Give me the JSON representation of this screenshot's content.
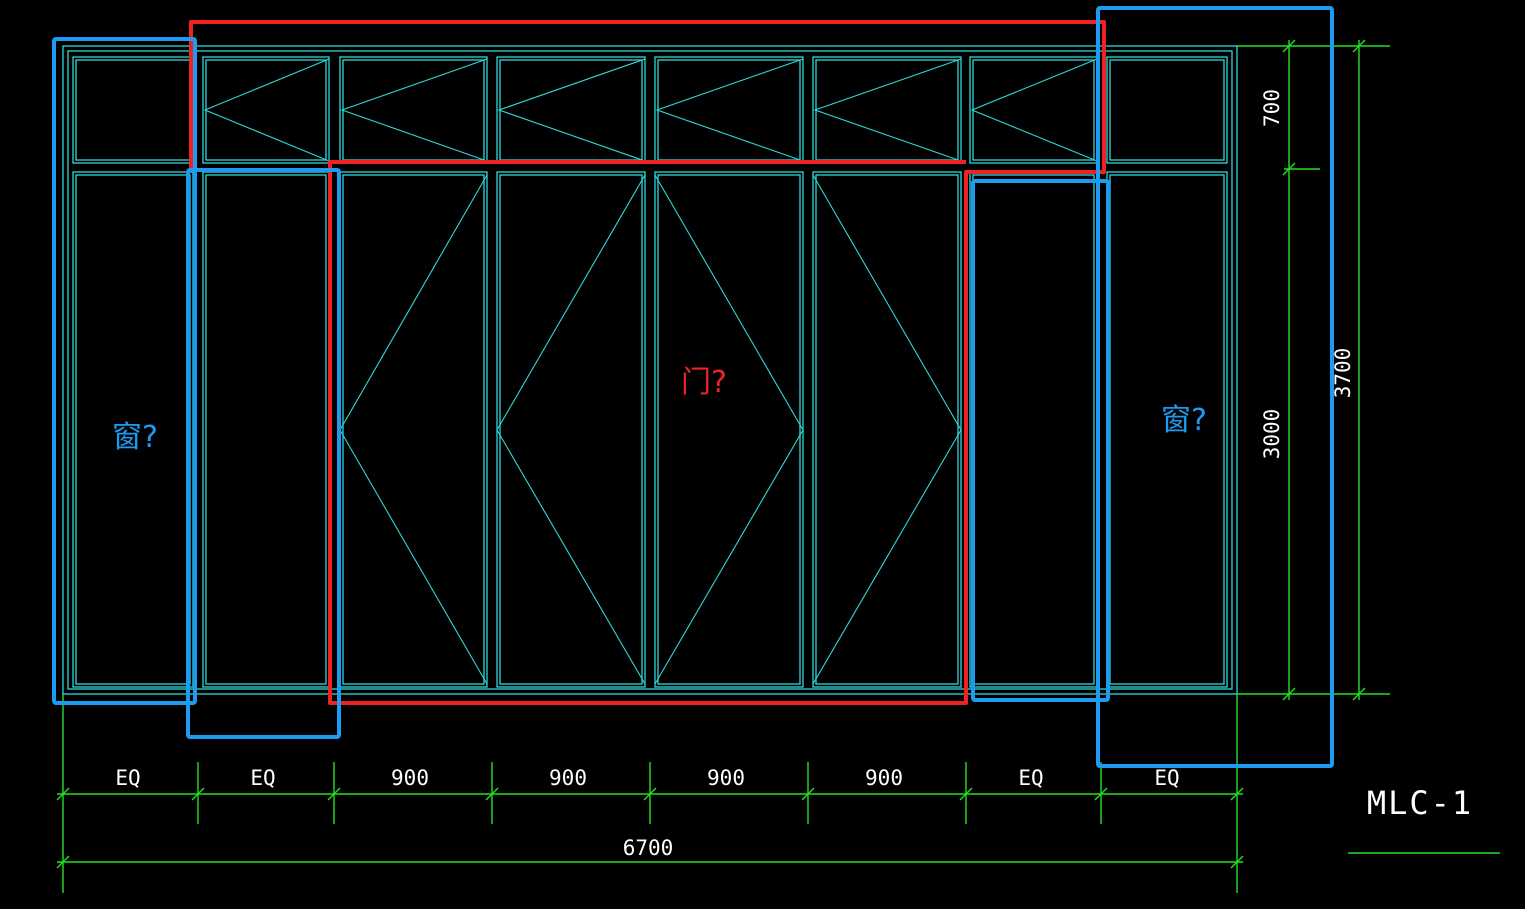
{
  "drawing": {
    "title": "MLC-1",
    "colors": {
      "background": "#000000",
      "frame": "#2fd8d8",
      "dimension": "#22e022",
      "text": "#ffffff",
      "door_annotation": "#ee2222",
      "window_annotation": "#1e9bf0"
    }
  },
  "dimensions": {
    "bottom_segments": [
      "EQ",
      "EQ",
      "900",
      "900",
      "900",
      "900",
      "EQ",
      "EQ"
    ],
    "overall_width": "6700",
    "right_upper": "700",
    "right_lower": "3000",
    "right_total": "3700"
  },
  "annotations": {
    "door_label": "门?",
    "window_left_label": "窗?",
    "window_right_label": "窗?"
  }
}
